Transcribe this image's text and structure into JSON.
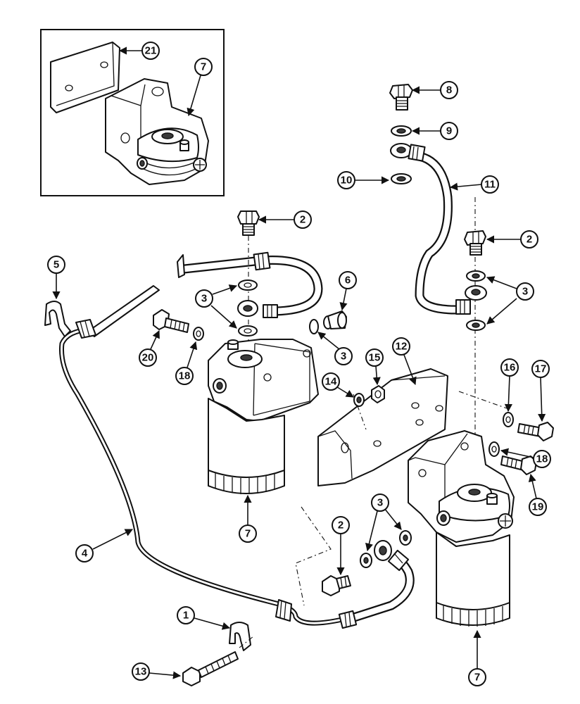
{
  "callouts": [
    {
      "id": "c21",
      "label": "21"
    },
    {
      "id": "c7a",
      "label": "7"
    },
    {
      "id": "c8",
      "label": "8"
    },
    {
      "id": "c9",
      "label": "9"
    },
    {
      "id": "c10",
      "label": "10"
    },
    {
      "id": "c11",
      "label": "11"
    },
    {
      "id": "c2a",
      "label": "2"
    },
    {
      "id": "c2b",
      "label": "2"
    },
    {
      "id": "c5",
      "label": "5"
    },
    {
      "id": "c6",
      "label": "6"
    },
    {
      "id": "c3a",
      "label": "3"
    },
    {
      "id": "c3b",
      "label": "3"
    },
    {
      "id": "c3c",
      "label": "3"
    },
    {
      "id": "c20",
      "label": "20"
    },
    {
      "id": "c18a",
      "label": "18"
    },
    {
      "id": "c12",
      "label": "12"
    },
    {
      "id": "c15",
      "label": "15"
    },
    {
      "id": "c14",
      "label": "14"
    },
    {
      "id": "c16",
      "label": "16"
    },
    {
      "id": "c17",
      "label": "17"
    },
    {
      "id": "c18b",
      "label": "18"
    },
    {
      "id": "c19",
      "label": "19"
    },
    {
      "id": "c7b",
      "label": "7"
    },
    {
      "id": "c4",
      "label": "4"
    },
    {
      "id": "c3d",
      "label": "3"
    },
    {
      "id": "c2c",
      "label": "2"
    },
    {
      "id": "c1",
      "label": "1"
    },
    {
      "id": "c13",
      "label": "13"
    },
    {
      "id": "c7c",
      "label": "7"
    }
  ]
}
